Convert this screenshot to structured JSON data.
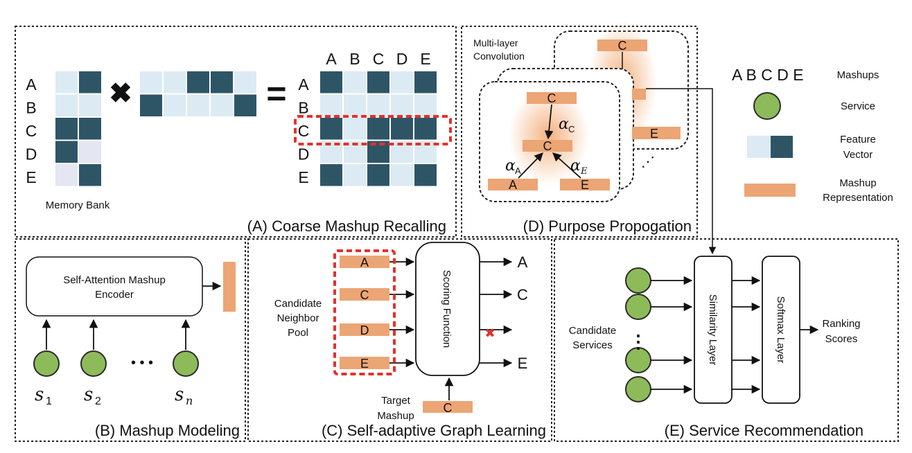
{
  "colors": {
    "light_cell": "#dcebf3",
    "dark_cell": "#2e5566",
    "pale_cell": "#e4e7f1",
    "service_fill": "#8dbb5a",
    "service_stroke": "#2b2b2b",
    "mashup_bar": "#eca574",
    "highlight_red": "#e5302a"
  },
  "panelA": {
    "title": "(A) Coarse Mashup Recalling",
    "memory_label": "Memory Bank",
    "row_labels": [
      "A",
      "B",
      "C",
      "D",
      "E"
    ],
    "col_labels": [
      "A",
      "B",
      "C",
      "D",
      "E"
    ],
    "multiply_symbol": "✖",
    "equals_symbol": "="
  },
  "panelD": {
    "title": "(D) Purpose Propogation",
    "conv_label_line1": "Multi-layer",
    "conv_label_line2": "Convolution",
    "node_top": "C",
    "node_mid": "C",
    "node_left": "A",
    "node_right": "E",
    "back_top": "C",
    "back_right": "E",
    "alpha_c": "α",
    "alpha_c_sub": "C",
    "alpha_a": "α",
    "alpha_a_sub": "A",
    "alpha_e": "α",
    "alpha_e_sub": "E",
    "ellipsis": "⋰"
  },
  "legend": {
    "mashups_letters": "A B C D E",
    "mashups_label": "Mashups",
    "service_label": "Service",
    "feature_label_line1": "Feature",
    "feature_label_line2": "Vector",
    "rep_label_line1": "Mashup",
    "rep_label_line2": "Representation"
  },
  "panelB": {
    "title": "(B) Mashup Modeling",
    "encoder_line1": "Self-Attention Mashup",
    "encoder_line2": "Encoder",
    "dots": "• • •",
    "s": "s",
    "s1_sub": "1",
    "s2_sub": "2",
    "sn_sub": "n"
  },
  "panelC": {
    "title": "(C) Self-adaptive Graph Learning",
    "pool_line1": "Candidate",
    "pool_line2": "Neighbor",
    "pool_line3": "Pool",
    "candidates": [
      "A",
      "C",
      "D",
      "E"
    ],
    "outputs": [
      "A",
      "C",
      "",
      "E"
    ],
    "scoring_label": "Scoring Function",
    "target_line1": "Target",
    "target_line2": "Mashup",
    "target_node": "C",
    "reject_mark": "✖"
  },
  "panelE": {
    "title": "(E) Service Recommendation",
    "candidate_line1": "Candidate",
    "candidate_line2": "Services",
    "similarity_label": "Similarity Layer",
    "softmax_label": "Softmax Layer",
    "ranking_line1": "Ranking",
    "ranking_line2": "Scores",
    "vdots": "⋮"
  }
}
